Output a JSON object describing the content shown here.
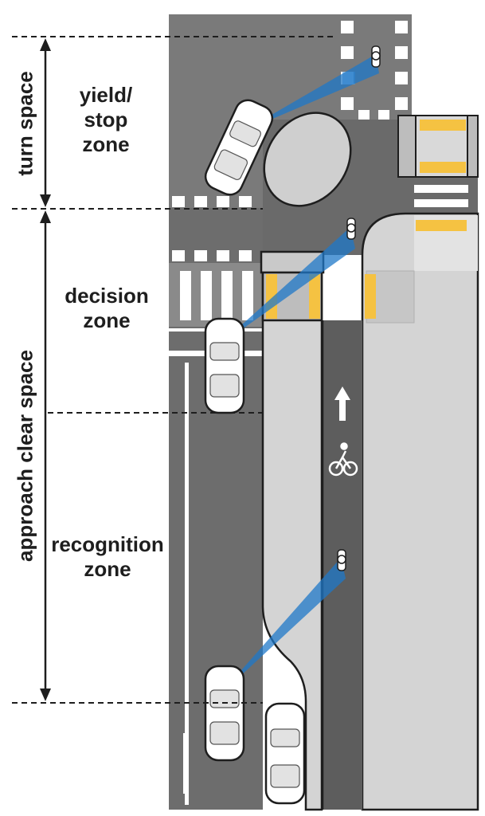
{
  "labels": {
    "turn_space": "turn space",
    "approach_clear_space": "approach clear space",
    "yield_stop_zone": "yield/\nstop\nzone",
    "decision_zone": "decision\nzone",
    "recognition_zone": "recognition\nzone"
  },
  "colors": {
    "road": "#6d6d6d",
    "road_dark": "#595959",
    "road_light": "#8c8c8c",
    "sidewalk": "#cfcfcf",
    "sidewalk_light": "#dedede",
    "bike_lane": "#5d5d5d",
    "marking": "#ffffff",
    "yellow": "#f5c242",
    "sight_cone": "#1f78c8",
    "text": "#1e1e1e"
  },
  "icons": [
    "up-arrow-icon",
    "bicycle-icon",
    "car-icon",
    "cyclist-icon",
    "sight-cone"
  ]
}
